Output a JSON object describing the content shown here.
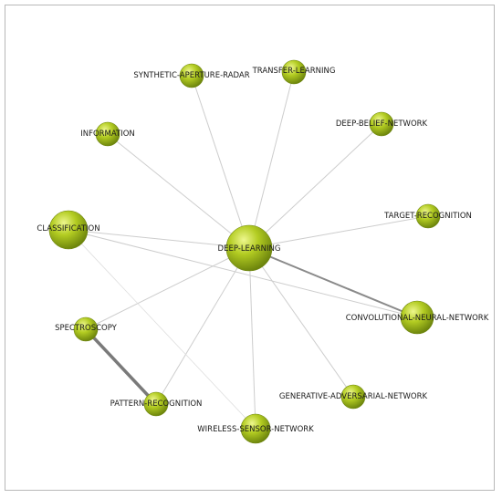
{
  "network": {
    "nodes": [
      {
        "id": "deep-learning",
        "label": "DEEP-LEARNING",
        "size": "largest"
      },
      {
        "id": "classification",
        "label": "CLASSIFICATION",
        "size": "large"
      },
      {
        "id": "convolutional-neural-network",
        "label": "CONVOLUTIONAL-NEURAL-NETWORK",
        "size": "large"
      },
      {
        "id": "synthetic-aperture-radar",
        "label": "SYNTHETIC-APERTURE-RADAR",
        "size": "small"
      },
      {
        "id": "transfer-learning",
        "label": "TRANSFER-LEARNING",
        "size": "small"
      },
      {
        "id": "information",
        "label": "INFORMATION",
        "size": "small"
      },
      {
        "id": "deep-belief-network",
        "label": "DEEP-BELIEF-NETWORK",
        "size": "small"
      },
      {
        "id": "target-recognition",
        "label": "TARGET-RECOGNITION",
        "size": "small"
      },
      {
        "id": "spectroscopy",
        "label": "SPECTROSCOPY",
        "size": "small"
      },
      {
        "id": "pattern-recognition",
        "label": "PATTERN-RECOGNITION",
        "size": "small"
      },
      {
        "id": "wireless-sensor-network",
        "label": "WIRELESS-SENSOR-NETWORK",
        "size": "medium"
      },
      {
        "id": "generative-adversarial-network",
        "label": "GENERATIVE-ADVERSARIAL-NETWORK",
        "size": "small"
      }
    ],
    "edges": [
      {
        "from": "deep-learning",
        "to": "synthetic-aperture-radar",
        "weight": "light"
      },
      {
        "from": "deep-learning",
        "to": "transfer-learning",
        "weight": "light"
      },
      {
        "from": "deep-learning",
        "to": "information",
        "weight": "light"
      },
      {
        "from": "deep-learning",
        "to": "deep-belief-network",
        "weight": "light"
      },
      {
        "from": "deep-learning",
        "to": "target-recognition",
        "weight": "light"
      },
      {
        "from": "deep-learning",
        "to": "classification",
        "weight": "light"
      },
      {
        "from": "deep-learning",
        "to": "convolutional-neural-network",
        "weight": "strong"
      },
      {
        "from": "deep-learning",
        "to": "spectroscopy",
        "weight": "light"
      },
      {
        "from": "deep-learning",
        "to": "pattern-recognition",
        "weight": "light"
      },
      {
        "from": "deep-learning",
        "to": "wireless-sensor-network",
        "weight": "light"
      },
      {
        "from": "deep-learning",
        "to": "generative-adversarial-network",
        "weight": "light"
      },
      {
        "from": "classification",
        "to": "convolutional-neural-network",
        "weight": "light"
      },
      {
        "from": "classification",
        "to": "wireless-sensor-network",
        "weight": "faint"
      },
      {
        "from": "spectroscopy",
        "to": "pattern-recognition",
        "weight": "heaviest"
      }
    ],
    "colors": {
      "node": "#a7c21c",
      "node_highlight": "#e6f27a",
      "node_edge": "#6f8610"
    }
  }
}
